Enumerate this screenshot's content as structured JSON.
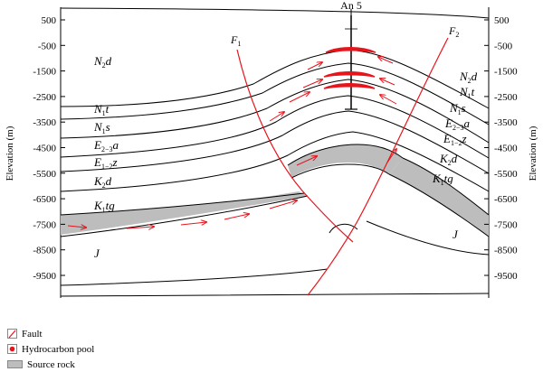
{
  "well": {
    "label": "An 5"
  },
  "faults": {
    "f1": "F",
    "f1_sub": "1",
    "f2": "F",
    "f2_sub": "2"
  },
  "axes": {
    "left_title": "Elevation (m)",
    "right_title": "Elevation (m)",
    "left_ticks": [
      "500",
      "-500",
      "-1500",
      "-2500",
      "-3500",
      "-4500",
      "-5500",
      "-6500",
      "-7500",
      "-8500",
      "-9500"
    ],
    "right_ticks": [
      "500",
      "-500",
      "-1500",
      "-2500",
      "-3500",
      "-4500",
      "-5500",
      "-6500",
      "-7500",
      "-8500",
      "-9500"
    ]
  },
  "units": {
    "left": [
      {
        "base": "N",
        "sub1": "2",
        "rest": "d"
      },
      {
        "base": "N",
        "sub1": "1",
        "rest": "t"
      },
      {
        "base": "N",
        "sub1": "1",
        "rest": "s"
      },
      {
        "base": "E",
        "sub1": "2−3",
        "rest": "a"
      },
      {
        "base": "E",
        "sub1": "1−2",
        "rest": "z"
      },
      {
        "base": "K",
        "sub1": "2",
        "rest": "d"
      },
      {
        "base": "K",
        "sub1": "1",
        "rest": "tg"
      },
      {
        "base": "J",
        "sub1": "",
        "rest": ""
      }
    ],
    "right": [
      {
        "base": "N",
        "sub1": "2",
        "rest": "d"
      },
      {
        "base": "N",
        "sub1": "1",
        "rest": "t"
      },
      {
        "base": "N",
        "sub1": "1",
        "rest": "s"
      },
      {
        "base": "E",
        "sub1": "2−3",
        "rest": "a"
      },
      {
        "base": "E",
        "sub1": "1−2",
        "rest": "z"
      },
      {
        "base": "K",
        "sub1": "2",
        "rest": "d"
      },
      {
        "base": "K",
        "sub1": "1",
        "rest": "tg"
      },
      {
        "base": "J",
        "sub1": "",
        "rest": ""
      }
    ]
  },
  "legend": {
    "fault": "Fault",
    "pool": "Hydrocarbon pool",
    "source": "Source rock"
  },
  "colors": {
    "fault": "#e8141c",
    "pool": "#e8141c",
    "source": "#bdbdbd",
    "line": "#000000"
  }
}
